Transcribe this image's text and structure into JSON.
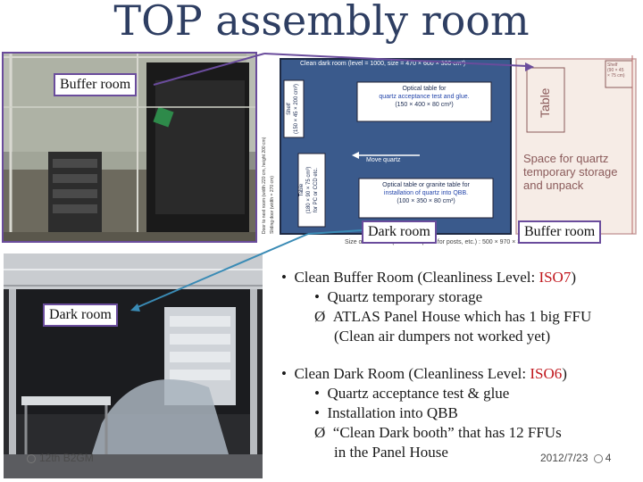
{
  "slide": {
    "title": "TOP assembly room",
    "footer_left": "12th B2GM",
    "footer_date": "2012/7/23",
    "page_number": "4"
  },
  "labels": {
    "buffer_room_top": "Buffer room",
    "dark_room_floorplan": "Dark room",
    "buffer_room_floorplan": "Buffer room",
    "dark_room_photo": "Dark room"
  },
  "floorplan": {
    "top_caption": "Clean dark room (level = 1000, size = 470 × 600 × 300 cm³)",
    "bottom_caption": "Size of the room (effective space for posts, etc.) : 500 × 970 × 350 cm³",
    "optical_table_1": [
      "Optical table for",
      "quartz acceptance test and glue.",
      "(150 × 400 × 80 cm³)"
    ],
    "move_quartz": "Move quartz",
    "optical_table_2": [
      "Optical table or granite table for",
      "installation of quartz into QBB.",
      "(100 × 350 × 80 cm³)"
    ],
    "left_table": [
      "Table",
      "(180 × 90 × 75 cm³)",
      "for PC or CCD etc."
    ],
    "shelf_left": [
      "Shelf",
      "(150 × 45 × 200 cm³)"
    ],
    "door_left": "Door to next room (width 220 cm, height 200 cm)",
    "sliding_door": "Sliding door (width = 270 cm)",
    "buffer_table": "Table",
    "buffer_space": [
      "Space for quartz",
      "temporary storage",
      "and unpack"
    ],
    "shelf_right": [
      "Shelf",
      "(90 × 45",
      "× 75 cm)"
    ]
  },
  "bullets": {
    "b1_prefix": "Clean Buffer Room (Cleanliness Level: ",
    "b1_level": "ISO7",
    "b1_suffix": ")",
    "b1_sub1": "Quartz temporary storage",
    "b1_sub2": "ATLAS Panel House which has 1 big FFU",
    "b1_sub2_cont": "(Clean air dumpers not worked yet)",
    "b2_prefix": "Clean Dark Room (Cleanliness Level: ",
    "b2_level": "ISO6",
    "b2_suffix": ")",
    "b2_sub1": "Quartz acceptance test & glue",
    "b2_sub2": "Installation into QBB",
    "b2_sub3": "“Clean Dark booth” that has 12 FFUs",
    "b2_sub3_cont": "in the Panel House",
    "bullet": "•",
    "arrow_bullet": "Ø"
  },
  "colors": {
    "title": "#2e3e62",
    "label_border": "#6a4c9c",
    "iso_red": "#c0171d",
    "arrow_teal": "#3a8bb5",
    "arrow_purple": "#6a4c9c",
    "floorplan_blue": "#3a5a8c"
  }
}
